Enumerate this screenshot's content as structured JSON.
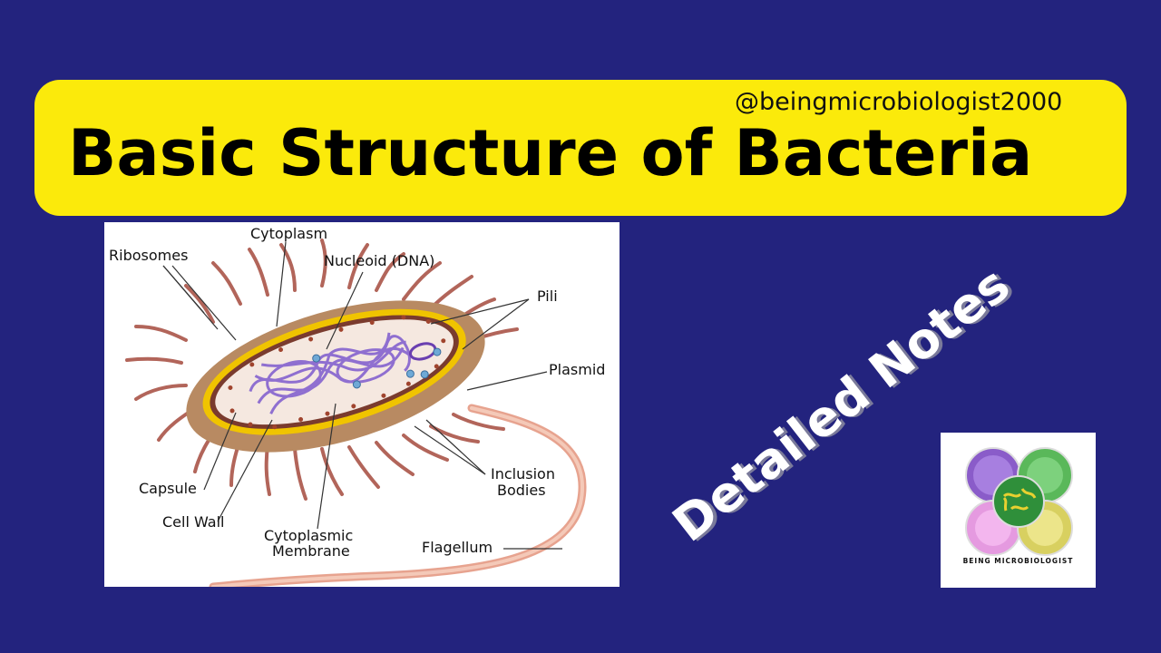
{
  "header": {
    "handle": "@beingmicrobiologist2000",
    "title": "Basic Structure of Bacteria"
  },
  "diagram": {
    "labels": {
      "cytoplasm": "Cytoplasm",
      "ribosomes": "Ribosomes",
      "nucleoid": "Nucleoid (DNA)",
      "pili": "Pili",
      "plasmid": "Plasmid",
      "capsule": "Capsule",
      "cell_wall": "Cell Wall",
      "membrane_line1": "Cytoplasmic",
      "membrane_line2": "Membrane",
      "inclusion_line1": "Inclusion",
      "inclusion_line2": "Bodies",
      "flagellum": "Flagellum"
    }
  },
  "overlay": {
    "notes": "Detailed Notes"
  },
  "logo": {
    "text": "BEING MICROBIOLOGIST"
  },
  "colors": {
    "background": "#23237e",
    "banner": "#fbea0b",
    "capsule": "#b88a62",
    "cell_wall": "#f0c400",
    "cytoplasm": "#f5e8e0",
    "dna": "#8f6fd0",
    "pili": "#b2655a"
  }
}
